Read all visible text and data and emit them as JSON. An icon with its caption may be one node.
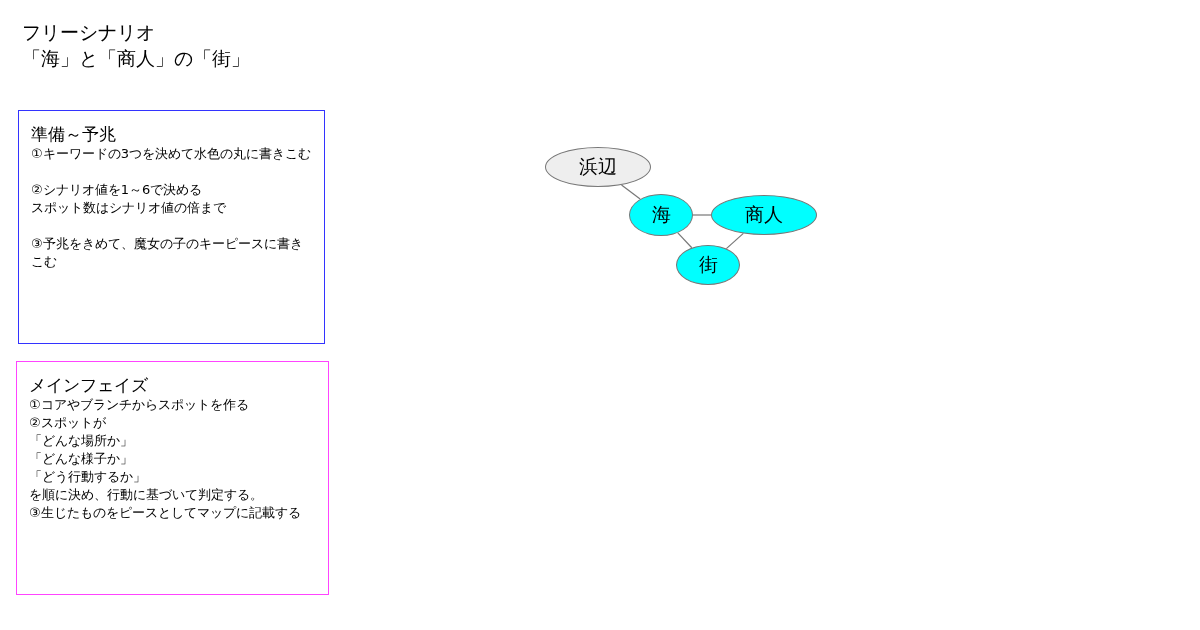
{
  "diagram": {
    "title": "フリーシナリオ",
    "labels": [
      "「海」と「商人」の「街」"
    ],
    "nodes": [
      {
        "text": [
          "準備～予兆",
          "①キーワードの3つを決めて水色の丸に書きこむ",
          "②シナリオ値を1～6で決める",
          "スポット数はシナリオ値の倍まで",
          "③予兆をきめて、魔女の子のキーピースに書きこむ"
        ]
      },
      {
        "text": [
          "メインフェイズ",
          "①コアやブランチからスポットを作る",
          "②スポットが",
          "「どんな場所か」",
          "「どんな様子か」",
          "「どう行動するか」",
          "を順に決め、行動に基づいて判定する。",
          "③生じたものをピースとしてマップに記載する"
        ]
      },
      {
        "text": [
          "浜辺"
        ]
      },
      {
        "text": [
          "海"
        ]
      },
      {
        "text": [
          "商人"
        ]
      },
      {
        "text": [
          "街"
        ]
      }
    ],
    "edges": [
      {
        "from": 2,
        "to": 3,
        "arrow": "none"
      },
      {
        "from": 3,
        "to": 4,
        "arrow": "none"
      },
      {
        "from": 3,
        "to": 5,
        "arrow": "none"
      },
      {
        "from": 4,
        "to": 5,
        "arrow": "none"
      }
    ]
  }
}
